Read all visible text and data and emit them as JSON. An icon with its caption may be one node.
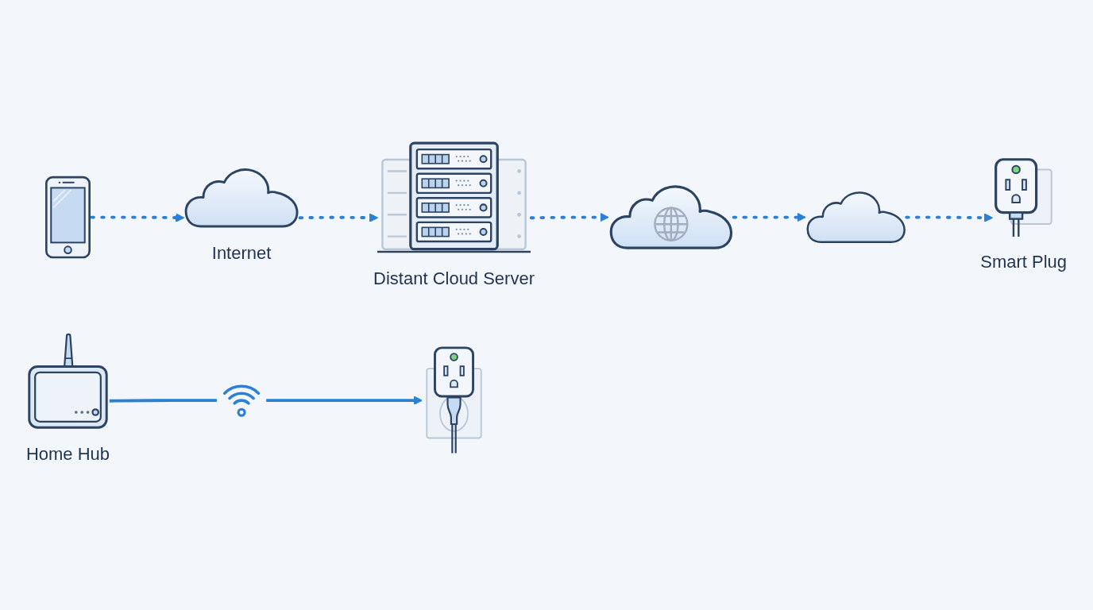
{
  "diagram": {
    "nodes": [
      {
        "text": [],
        "shape": "picture"
      },
      {
        "text": [
          "Internet"
        ]
      },
      {
        "text": [
          "Distant Cloud Server"
        ]
      },
      {
        "text": [],
        "shape": "cloud"
      },
      {
        "text": [],
        "shape": "cloud"
      },
      {
        "text": [
          "Smart Plug"
        ]
      },
      {
        "text": [
          "Home Hub"
        ]
      },
      {
        "text": [],
        "shape": "picture"
      },
      {
        "text": [],
        "shape": "picture"
      }
    ],
    "edges": [
      {
        "from": 0,
        "to": 1,
        "arrow": "to",
        "style": "dashed"
      },
      {
        "from": 1,
        "to": 2,
        "arrow": "to",
        "style": "dashed"
      },
      {
        "from": 2,
        "to": 3,
        "arrow": "to",
        "style": "dashed"
      },
      {
        "from": 3,
        "to": 4,
        "arrow": "to",
        "style": "dashed"
      },
      {
        "from": 4,
        "to": 5,
        "arrow": "to",
        "style": "dashed"
      },
      {
        "from": 6,
        "to": 7,
        "arrow": "none"
      },
      {
        "from": 7,
        "to": 8,
        "arrow": "to"
      }
    ]
  }
}
